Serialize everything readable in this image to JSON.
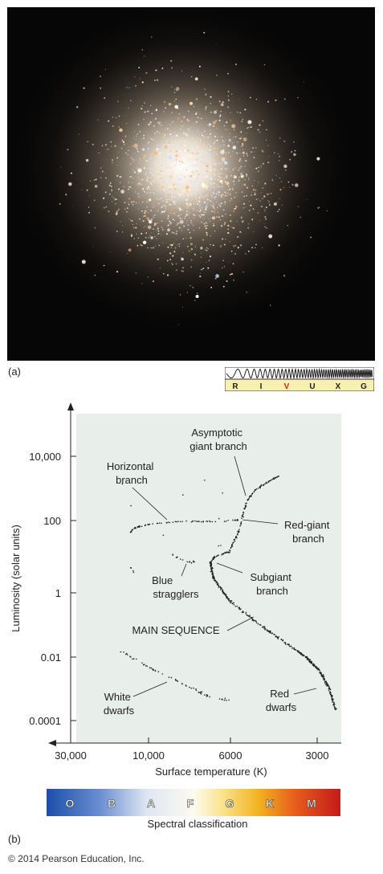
{
  "panel_a": {
    "label": "(a)",
    "wavebands": [
      "R",
      "I",
      "V",
      "U",
      "X",
      "G"
    ],
    "highlight_color": "#d0201a",
    "strip_color": "#f8f0b0"
  },
  "panel_b": {
    "label": "(b)",
    "ylabel": "Luminosity (solar units)",
    "xlabel": "Surface temperature (K)",
    "y_ticks": [
      "10,000",
      "100",
      "1",
      "0.01",
      "0.0001"
    ],
    "x_ticks": [
      "30,000",
      "10,000",
      "6000",
      "3000"
    ],
    "regions": {
      "agb": [
        "Asymptotic",
        "giant branch"
      ],
      "horizontal": [
        "Horizontal",
        "branch"
      ],
      "red_giant": [
        "Red-giant",
        "branch"
      ],
      "subgiant": [
        "Subgiant",
        "branch"
      ],
      "blue_stragglers": [
        "Blue",
        "stragglers"
      ],
      "main_sequence": "MAIN SEQUENCE",
      "white_dwarfs": [
        "White",
        "dwarfs"
      ],
      "red_dwarfs": [
        "Red",
        "dwarfs"
      ]
    },
    "spectral_classes": [
      "O",
      "B",
      "A",
      "F",
      "G",
      "K",
      "M"
    ],
    "spectral_label": "Spectral classification",
    "plot_bg": "#e8eeea"
  },
  "copyright": "© 2014 Pearson Education, Inc."
}
